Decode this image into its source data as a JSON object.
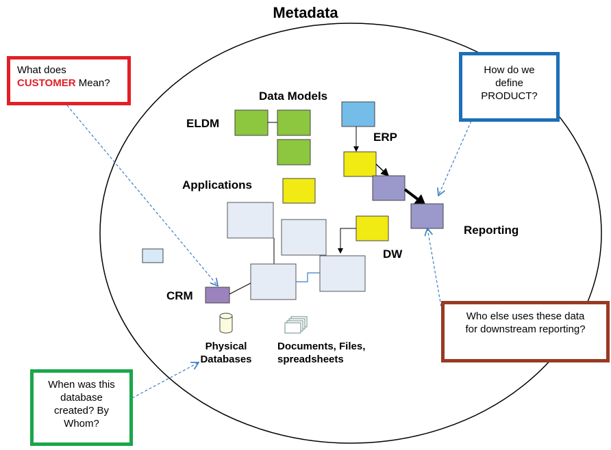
{
  "title": "Metadata",
  "labels": {
    "data_models": "Data Models",
    "eldm": "ELDM",
    "erp": "ERP",
    "applications": "Applications",
    "reporting": "Reporting",
    "dw": "DW",
    "crm": "CRM",
    "physical_databases_line1": "Physical",
    "physical_databases_line2": "Databases",
    "documents_line1": "Documents, Files,",
    "documents_line2": "spreadsheets"
  },
  "callouts": {
    "customer": {
      "prefix": "What does",
      "highlight": "CUSTOMER",
      "suffix": "Mean?"
    },
    "product": {
      "line1": "How do we",
      "line2": "define",
      "line3": "PRODUCT?"
    },
    "reporting": {
      "line1": "Who else uses these data",
      "line2": "for downstream reporting?"
    },
    "database": {
      "line1": "When was this",
      "line2": "database",
      "line3": "created? By",
      "line4": "Whom?"
    }
  },
  "colors": {
    "green": "#8dc63f",
    "yellow": "#f2ea13",
    "blue": "#74bde9",
    "purple": "#9b98cc",
    "crm_purple": "#9d83bd",
    "light_box": "#e6ecf6",
    "callout_red": "#e21f26",
    "callout_blue": "#1d6fb8",
    "callout_brown": "#983a23",
    "callout_green": "#1aa64a",
    "dashed_link": "#3a7cc4"
  }
}
